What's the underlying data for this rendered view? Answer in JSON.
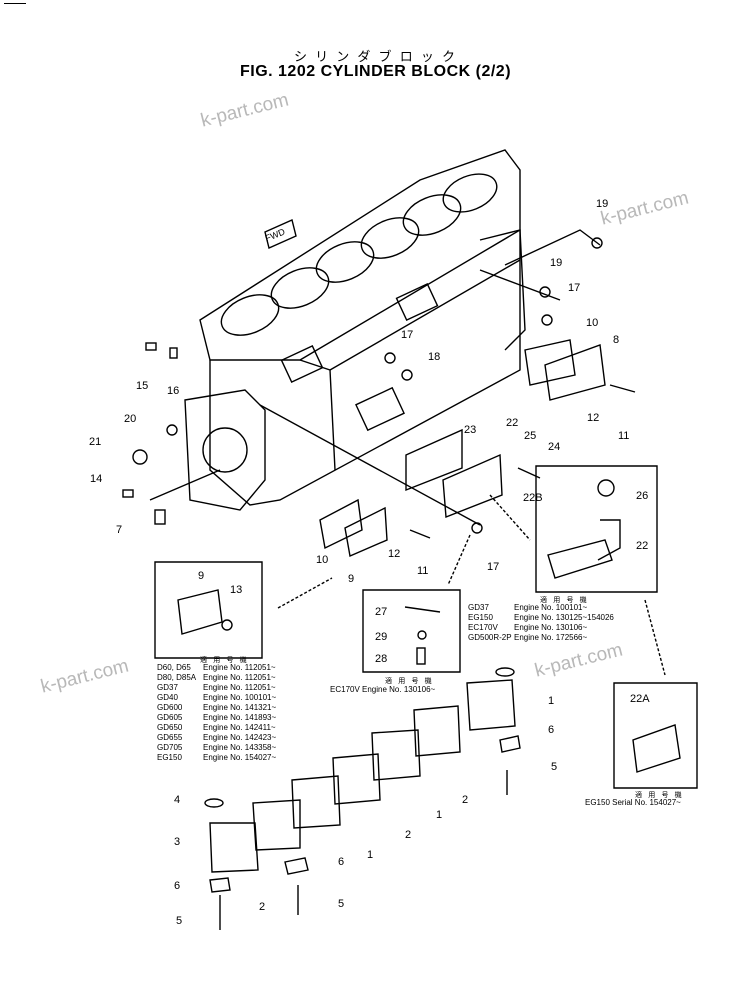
{
  "header": {
    "title_jp": "シ リ ン ダ ブ ロ ッ ク",
    "title": "FIG. 1202  CYLINDER BLOCK (2/2)"
  },
  "watermarks": [
    "k-part.com",
    "k-part.com",
    "k-part.com",
    "k-part.com"
  ],
  "fwd_label": "FWD",
  "callouts": [
    "19",
    "19",
    "17",
    "17",
    "18",
    "10",
    "8",
    "12",
    "11",
    "15",
    "16",
    "20",
    "21",
    "14",
    "7",
    "23",
    "22",
    "25",
    "24",
    "22B",
    "26",
    "22",
    "10",
    "9",
    "12",
    "11",
    "17",
    "9",
    "13",
    "27",
    "29",
    "28",
    "22A",
    "1",
    "6",
    "5",
    "2",
    "1",
    "2",
    "1",
    "4",
    "3",
    "6",
    "5",
    "2",
    "6",
    "5"
  ],
  "applicability": {
    "left": {
      "header_jp": "適 用 号 機",
      "rows": [
        {
          "model": "D60, D65",
          "engine": "Engine No. 112051~"
        },
        {
          "model": "D80, D85A",
          "engine": "Engine No. 112051~"
        },
        {
          "model": "GD37",
          "engine": "Engine No. 112051~"
        },
        {
          "model": "GD40",
          "engine": "Engine No. 100101~"
        },
        {
          "model": "GD600",
          "engine": "Engine No. 141321~"
        },
        {
          "model": "GD605",
          "engine": "Engine No. 141893~"
        },
        {
          "model": "GD650",
          "engine": "Engine No. 142411~"
        },
        {
          "model": "GD655",
          "engine": "Engine No. 142423~"
        },
        {
          "model": "GD705",
          "engine": "Engine No. 143358~"
        },
        {
          "model": "EG150",
          "engine": "Engine No. 154027~"
        }
      ]
    },
    "center": {
      "header_jp": "適 用 号 機",
      "text": "EC170V  Engine No. 130106~"
    },
    "right": {
      "header_jp": "適 用 号 機",
      "rows": [
        {
          "model": "GD37",
          "engine": "Engine No. 100101~"
        },
        {
          "model": "EG150",
          "engine": "Engine No. 130125~154026"
        },
        {
          "model": "EC170V",
          "engine": "Engine No. 130106~"
        },
        {
          "model": "GD500R-2P",
          "engine": "Engine No. 172566~"
        }
      ]
    },
    "bottom_right": {
      "header_jp": "適 用 号 機",
      "text": "EG150 Serial No. 154027~"
    }
  }
}
